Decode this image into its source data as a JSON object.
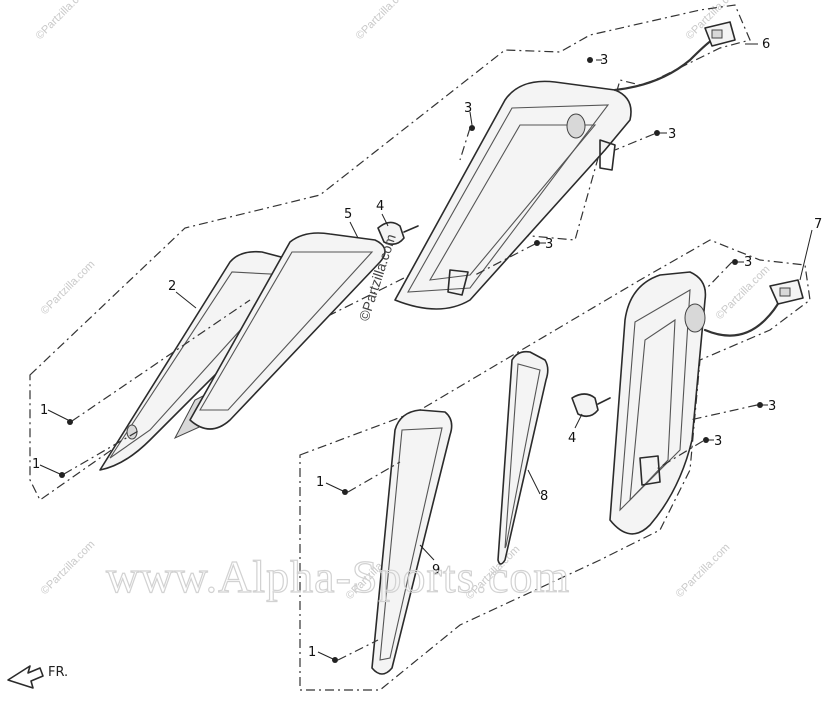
{
  "diagram": {
    "callouts": {
      "c1a": "1",
      "c1b": "1",
      "c1c": "1",
      "c1d": "1",
      "c2": "2",
      "c3a": "3",
      "c3b": "3",
      "c3c": "3",
      "c3d": "3",
      "c3e": "3",
      "c3f": "3",
      "c3g": "3",
      "c4a": "4",
      "c4b": "4",
      "c5": "5",
      "c6": "6",
      "c7": "7",
      "c8": "8",
      "c9": "9"
    },
    "direction_label": "FR.",
    "watermarks": {
      "small_1": "©Partzilla.com",
      "small_2": "©Partzilla.com",
      "small_3": "©Partzilla.com",
      "small_4": "©Partzilla.com",
      "small_5": "©Partzilla.com",
      "small_6": "©Partzilla.com",
      "small_7": "©Partzilla.com",
      "small_8": "©Partzilla.com",
      "small_9": "©Partzilla.com",
      "center": "©Partzilla.com",
      "banner": "www.Alpha-Sports.com"
    }
  }
}
